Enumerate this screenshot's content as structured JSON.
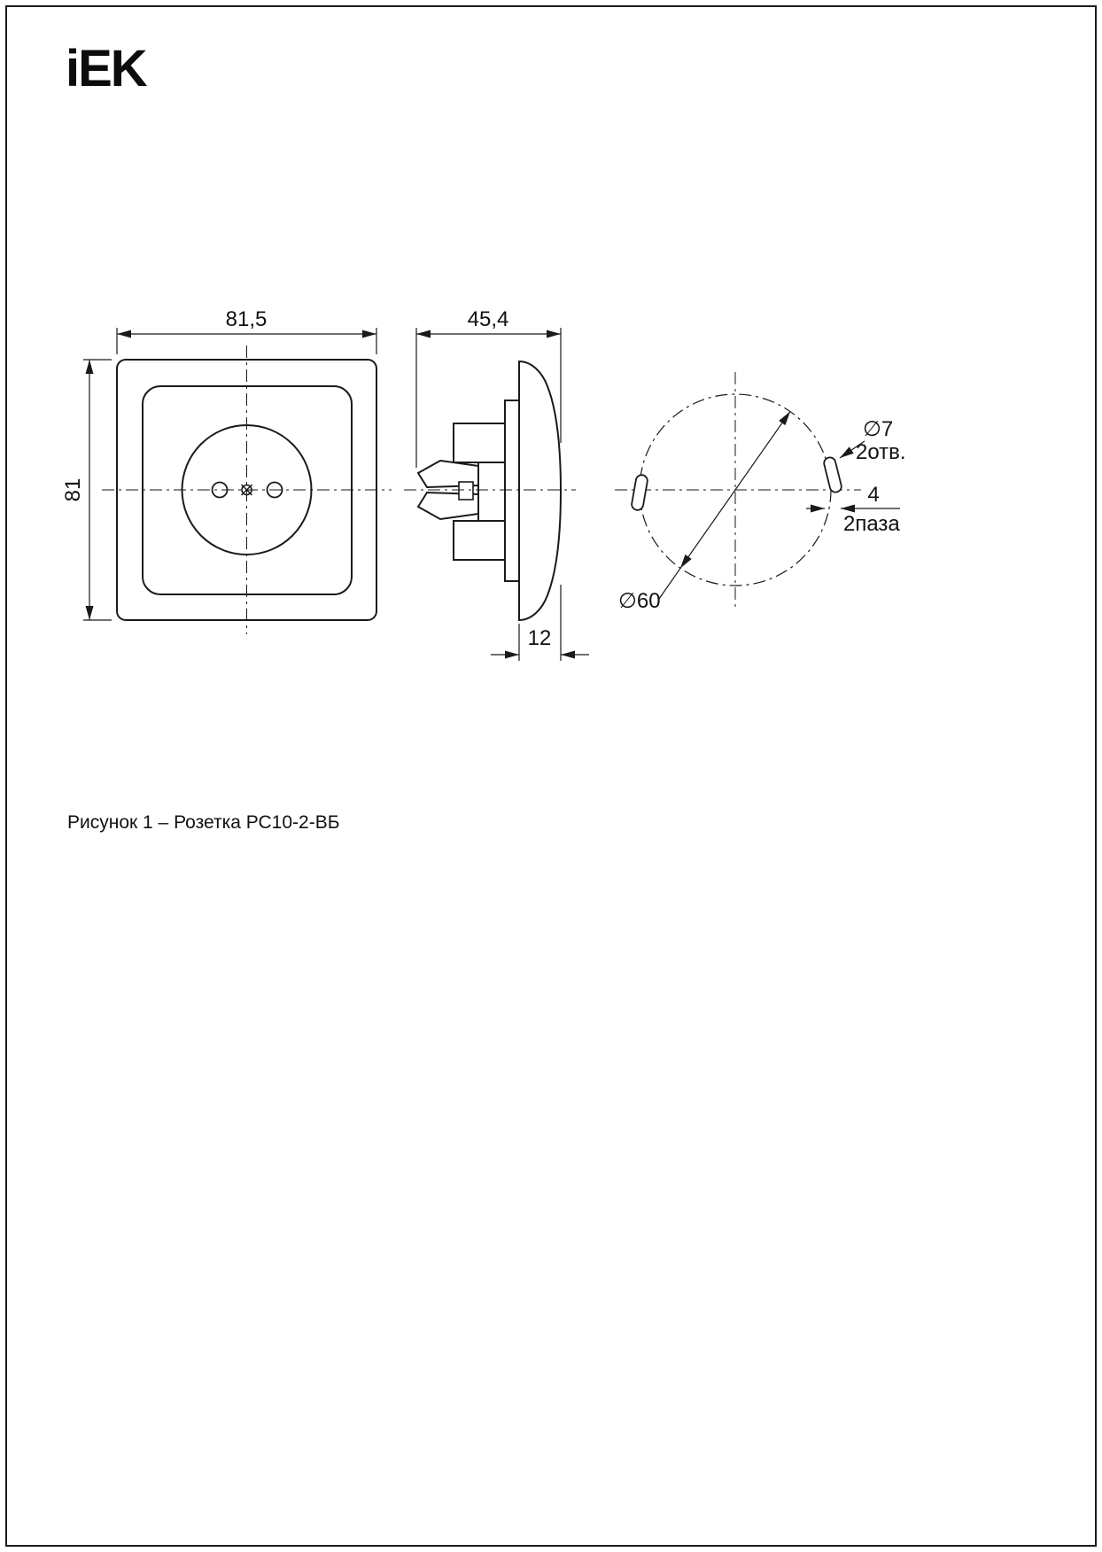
{
  "logo": {
    "text": "iEK"
  },
  "caption": "Рисунок 1 – Розетка РС10-2-ВБ",
  "colors": {
    "line": "#1a1a1a",
    "background": "#ffffff"
  },
  "views": {
    "front": {
      "width_dim": "81,5",
      "height_dim": "81"
    },
    "side": {
      "depth_dim": "45,4",
      "protrusion_dim": "12"
    },
    "mount": {
      "diameter_dim": "∅60",
      "hole_dia_dim": "∅7",
      "hole_count": "2отв.",
      "slot_width_dim": "4",
      "slot_count": "2паза"
    }
  }
}
